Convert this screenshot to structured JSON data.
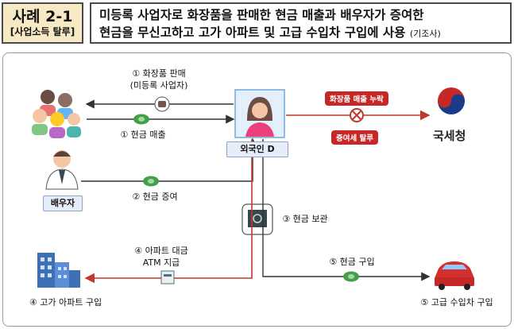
{
  "header": {
    "case_title": "사례 2-1",
    "case_tag": "[사업소득 탈루]",
    "line1": "미등록 사업자로 화장품을 판매한 현금 매출과 배우자가 증여한",
    "line2": "현금을 무신고하고 고가 아파트 및 고급 수입차 구입에 사용",
    "source": "(기조사)"
  },
  "diagram": {
    "step1_sale": "① 화장품 판매",
    "step1_sale_sub": "(미등록 사업자)",
    "step1_cash": "① 현금 매출",
    "step2_gift": "② 현금 증여",
    "spouse": "배우자",
    "foreigner": "외국인 D",
    "omit_sales": "화장품 매출 누락",
    "evade_gift": "증여세 탈루",
    "nts": "국세청",
    "step3_keep": "③ 현금 보관",
    "step4_payment": "④ 아파트 대금",
    "step4_atm": "ATM 지급",
    "step4_buy": "④ 고가 아파트 구입",
    "step5_buy": "⑤ 현금 구입",
    "step5_car": "⑤ 고급 수입차 구입"
  },
  "colors": {
    "arrow_red": "#c0392b",
    "arrow_dark": "#333333",
    "pill_red": "#c62828",
    "cash_green": "#43a047"
  }
}
